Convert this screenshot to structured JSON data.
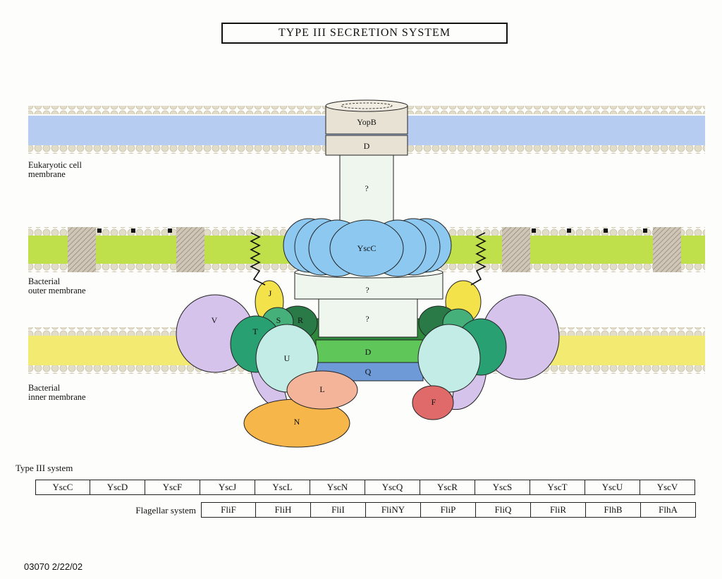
{
  "title": "TYPE III SECRETION SYSTEM",
  "membrane_labels": {
    "eukaryotic": "Eukaryotic cell\nmembrane",
    "outer": "Bacterial\nouter membrane",
    "inner": "Bacterial\ninner membrane"
  },
  "components": {
    "yopb": "YopB",
    "d_top": "D",
    "stalk": "?",
    "yscc": "YscC",
    "ring_upper": "?",
    "ring_lower": "?",
    "j": "J",
    "v": "V",
    "s": "S",
    "r": "R",
    "t": "T",
    "u": "U",
    "d_base": "D",
    "q": "Q",
    "l": "L",
    "n": "N",
    "f": "F"
  },
  "colors": {
    "outer_membrane": "#bfe04a",
    "inner_membrane": "#f3ea72",
    "eukaryotic_membrane": "#a9c4ee",
    "secretin": "#8cc8f0",
    "v_protein": "#d6c3ec",
    "n_protein": "#f7b64a",
    "l_protein": "#f4b49a",
    "f_protein": "#e06a6a",
    "j_protein": "#f4e24a"
  },
  "table": {
    "type3_label": "Type III system",
    "type3": [
      "YscC",
      "YscD",
      "YscF",
      "YscJ",
      "YscL",
      "YscN",
      "YscQ",
      "YscR",
      "YscS",
      "YscT",
      "YscU",
      "YscV"
    ],
    "flagellar_label": "Flagellar system",
    "flagellar": [
      "FliF",
      "FliH",
      "FliI",
      "FliNY",
      "FliP",
      "FliQ",
      "FliR",
      "FlhB",
      "FlhA"
    ]
  },
  "footer": "03070  2/22/02"
}
